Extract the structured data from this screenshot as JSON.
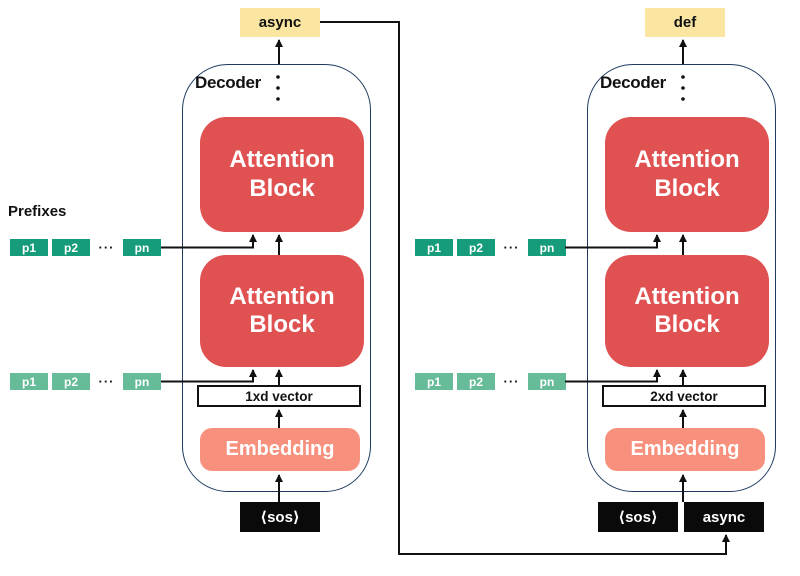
{
  "prefixes": {
    "label": "Prefixes",
    "items": [
      "p1",
      "p2",
      "···",
      "pn"
    ]
  },
  "decoders": [
    {
      "side": "left",
      "title": "Decoder",
      "output_token": "async",
      "attention_blocks": [
        "Attention Block",
        "Attention Block"
      ],
      "vector_label": "1xd vector",
      "embedding_label": "Embedding",
      "input_tokens": [
        "⟨sos⟩"
      ]
    },
    {
      "side": "right",
      "title": "Decoder",
      "output_token": "def",
      "attention_blocks": [
        "Attention Block",
        "Attention Block"
      ],
      "vector_label": "2xd vector",
      "embedding_label": "Embedding",
      "input_tokens": [
        "⟨sos⟩",
        "async"
      ]
    }
  ],
  "colors": {
    "output_token_yellow": "#FAE6A0",
    "prefix_dark_green": "#179C7B",
    "prefix_light_green": "#66BB99",
    "attention_red": "#E05152",
    "embedding_salmon": "#F7917E",
    "decoder_border_navy": "#1E3A5F",
    "input_token_black": "#0A0A0A",
    "line_black": "#111111"
  }
}
